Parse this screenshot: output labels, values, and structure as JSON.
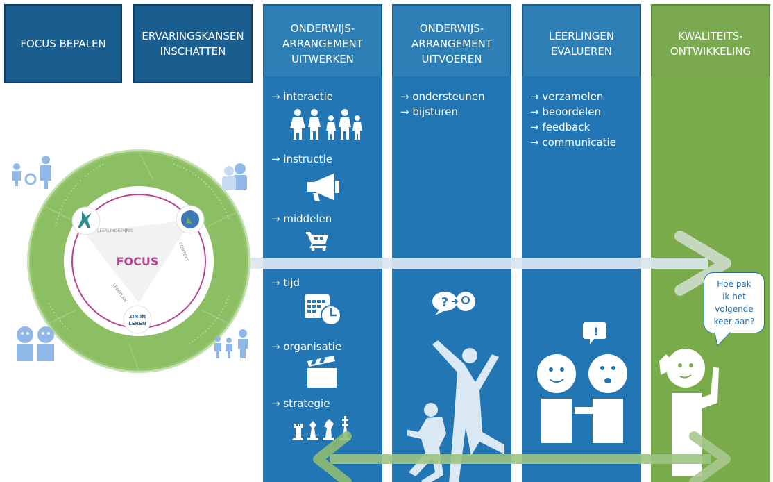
{
  "headers": [
    {
      "lines": [
        "FOCUS BEPALEN"
      ]
    },
    {
      "lines": [
        "ERVARINGSKANSEN",
        "INSCHATTEN"
      ]
    },
    {
      "lines": [
        "ONDERWIJS-",
        "ARRANGEMENT",
        "UITWERKEN"
      ]
    },
    {
      "lines": [
        "ONDERWIJS-",
        "ARRANGEMENT",
        "UITVOEREN"
      ]
    },
    {
      "lines": [
        "LEERLINGEN",
        "EVALUEREN"
      ]
    },
    {
      "lines": [
        "KWALITEITS-",
        "ONTWIKKELING"
      ]
    }
  ],
  "uitwerken_items": [
    "→ interactie",
    "→ instructie",
    "→ middelen",
    "→ tijd",
    "→ organisatie",
    "→ strategie"
  ],
  "uitvoeren_items": [
    "→ ondersteunen",
    "→ bijsturen"
  ],
  "evalueren_items": [
    "→ verzamelen",
    "→ beoordelen",
    "→ feedback",
    "→ communicatie"
  ],
  "bubble_lines": [
    "Hoe pak",
    "ik het",
    "volgende",
    "keer aan?"
  ],
  "circle": {
    "center_label": "FOCUS",
    "inner_labels": [
      "LEERLINGKENNIS",
      "CONTEXT",
      "LEERPLAN"
    ],
    "badge_lines": [
      "ZIN IN",
      "LEREN"
    ]
  },
  "colors": {
    "header_dark": "#1a5d8f",
    "header_mid": "#2e7fb5",
    "column_blue": "#2276b3",
    "column_green": "#79ab4a",
    "circle_green": "#8cbf63",
    "ring_purple": "#b8438e"
  }
}
